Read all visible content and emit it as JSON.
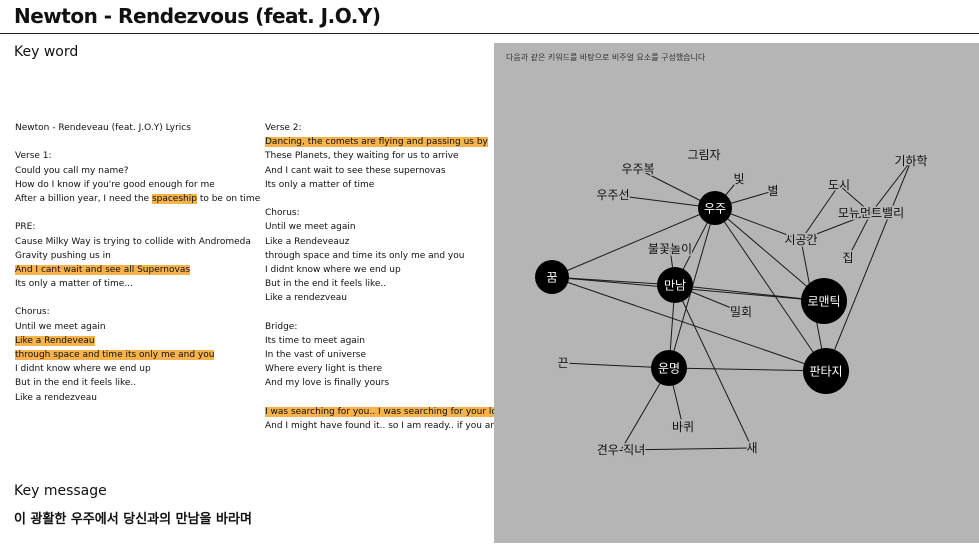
{
  "header": {
    "title": "Newton - Rendezvous (feat. J.O.Y)"
  },
  "keyword_section": {
    "heading": "Key word"
  },
  "lyrics": {
    "left": [
      {
        "text": "Newton - Rendeveau (feat. J.O.Y) Lyrics"
      },
      {
        "text": ""
      },
      {
        "text": "Verse 1:"
      },
      {
        "text": "Could you call my name?"
      },
      {
        "text": "How do I know if you're good enough for me"
      },
      {
        "parts": [
          {
            "text": "After a billion year, I need the "
          },
          {
            "text": "spaceship",
            "hl": true
          },
          {
            "text": " to be on time"
          }
        ]
      },
      {
        "text": ""
      },
      {
        "text": "PRE:"
      },
      {
        "text": "Cause Milky Way is trying to collide with Andromeda"
      },
      {
        "text": "Gravity pushing us in"
      },
      {
        "text": "And I cant wait and see all Supernovas",
        "hl": true
      },
      {
        "text": "Its only a matter of time..."
      },
      {
        "text": ""
      },
      {
        "text": "Chorus:"
      },
      {
        "text": "Until we meet again"
      },
      {
        "text": "Like a Rendeveau",
        "hl": true
      },
      {
        "text": "through space and time its only me and you",
        "hl": true
      },
      {
        "text": "I didnt know where we end up"
      },
      {
        "text": "But in the end it feels like.."
      },
      {
        "text": "Like a rendezveau"
      }
    ],
    "right": [
      {
        "text": "Verse 2:"
      },
      {
        "text": "Dancing, the comets are flying and passing us by",
        "hl": true
      },
      {
        "text": "These Planets, they waiting for us to arrive"
      },
      {
        "text": "And I cant wait to see these supernovas"
      },
      {
        "text": "Its only a matter of time"
      },
      {
        "text": ""
      },
      {
        "text": "Chorus:"
      },
      {
        "text": "Until we meet again"
      },
      {
        "text": "Like a Rendeveauz"
      },
      {
        "text": "through space and time its only me and you"
      },
      {
        "text": "I didnt know where we end up"
      },
      {
        "text": "But in the end it feels like.."
      },
      {
        "text": "Like a rendezveau"
      },
      {
        "text": ""
      },
      {
        "text": "Bridge:"
      },
      {
        "text": "Its time to meet again"
      },
      {
        "text": "In the vast of universe"
      },
      {
        "text": "Where every light is there"
      },
      {
        "text": "And my love is finally yours"
      },
      {
        "text": ""
      },
      {
        "text": "I was searching for you.. I was searching for your love",
        "hl": true
      },
      {
        "text": "And I might have found it.. so I am ready.. if you are.."
      }
    ]
  },
  "message_section": {
    "heading": "Key message",
    "text": "이 광활한 우주에서 당신과의 만남을 바라며"
  },
  "diagram": {
    "note": "다음과 같은 키워드를 바탕으로 비주얼 요소를 구성했습니다",
    "hub_nodes": [
      {
        "id": "universe",
        "label": "우주"
      },
      {
        "id": "dream",
        "label": "꿈"
      },
      {
        "id": "meeting",
        "label": "만남"
      },
      {
        "id": "romantic",
        "label": "로맨틱"
      },
      {
        "id": "destiny",
        "label": "운명"
      },
      {
        "id": "fantasy",
        "label": "판타지"
      }
    ],
    "word_nodes": [
      {
        "id": "shadow",
        "label": "그림자"
      },
      {
        "id": "spacesuit",
        "label": "우주복"
      },
      {
        "id": "light",
        "label": "빛"
      },
      {
        "id": "star",
        "label": "별"
      },
      {
        "id": "spaceship",
        "label": "우주선"
      },
      {
        "id": "city",
        "label": "도시"
      },
      {
        "id": "geometry",
        "label": "기하학"
      },
      {
        "id": "monument",
        "label": "모뉴먼트밸리"
      },
      {
        "id": "spacetime",
        "label": "시공간"
      },
      {
        "id": "fireworks",
        "label": "불꽃놀이"
      },
      {
        "id": "house",
        "label": "집"
      },
      {
        "id": "rendezvous",
        "label": "밀회"
      },
      {
        "id": "thread",
        "label": "끈"
      },
      {
        "id": "wheel",
        "label": "바퀴"
      },
      {
        "id": "gyeonwoo",
        "label": "견우-직녀"
      },
      {
        "id": "bird",
        "label": "새"
      }
    ]
  }
}
